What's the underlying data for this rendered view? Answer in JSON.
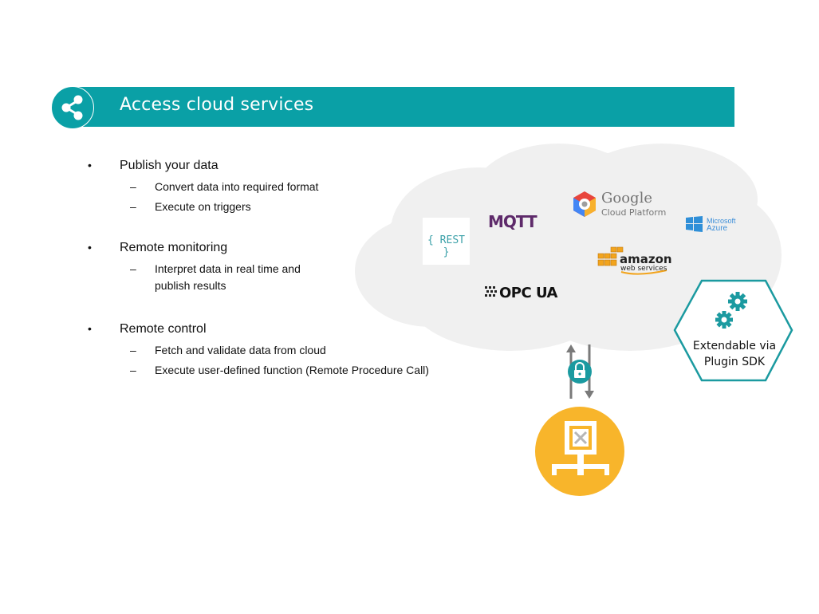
{
  "header": {
    "title": "Access cloud services",
    "icon": "share-icon",
    "bar_color": "#0aa0a6"
  },
  "bullets": [
    {
      "title": "Publish your data",
      "subs": [
        "Convert data into required format",
        "Execute on triggers"
      ]
    },
    {
      "title": "Remote monitoring",
      "subs": [
        "Interpret data in real time and",
        "publish results"
      ]
    },
    {
      "title": "Remote control",
      "subs": [
        "Fetch and validate data from cloud",
        "Execute user-defined function (Remote Procedure Call)"
      ]
    }
  ],
  "bullet_symbol": "•",
  "dash_symbol": "–",
  "cloud": {
    "logos": {
      "rest": "{ REST }",
      "mqtt": "MQTT",
      "opc": "OPC UA",
      "google_word": "Google",
      "google_sub": "Cloud Platform",
      "azure_ms": "Microsoft",
      "azure_az": "Azure",
      "amazon_word": "amazon",
      "amazon_sub": "web services"
    },
    "color": "#f0f0f0"
  },
  "plugin": {
    "label_line1": "Extendable via",
    "label_line2": "Plugin SDK",
    "icon": "gears-icon",
    "color": "#1b9aa0"
  },
  "device": {
    "icon": "edge-device-icon",
    "color": "#f8b52b"
  },
  "link": {
    "icon": "lock-icon",
    "color": "#1b9aa0"
  }
}
